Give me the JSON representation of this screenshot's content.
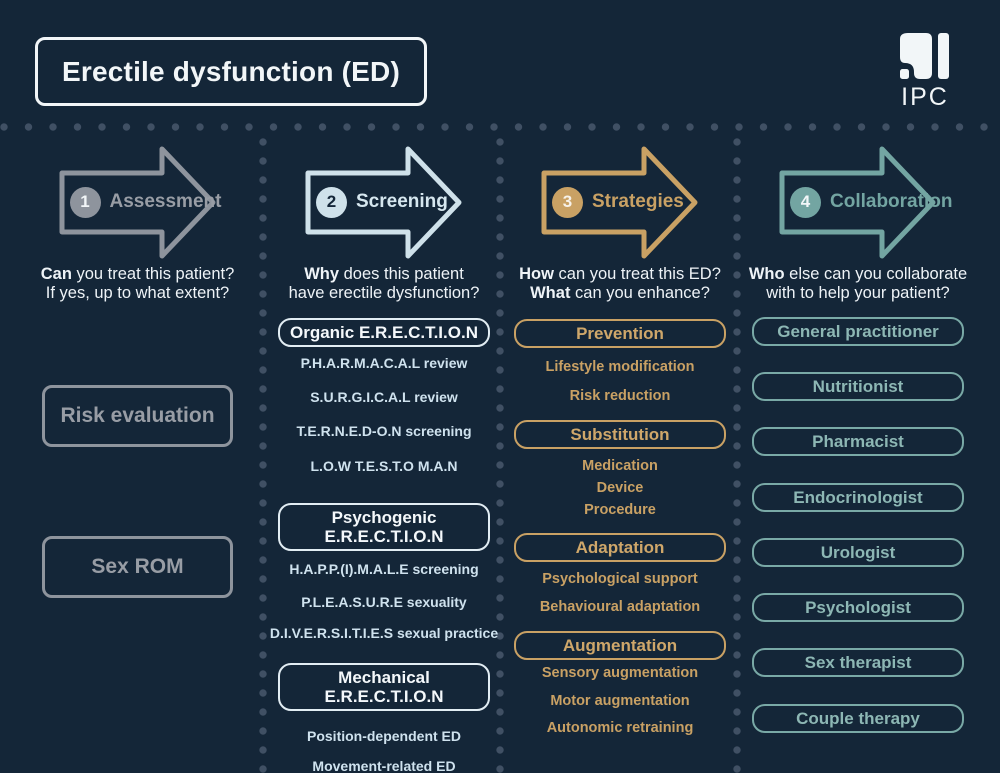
{
  "page": {
    "title": "Erectile dysfunction (ED)",
    "logo_text": "IPC",
    "colors": {
      "background": "#142638",
      "dots": "#405064",
      "white": "#f2f6f8",
      "assessment_gray": "#8e949d",
      "screening_blue": "#cfe1ea",
      "strategies_gold": "#c9a164",
      "collaboration_teal": "#73a5a2"
    }
  },
  "columns": [
    {
      "number": "1",
      "label": "Assessment",
      "question": {
        "line1": {
          "bold": "Can",
          "rest": " you treat this patient?"
        },
        "line2": {
          "bold": "",
          "rest": "If yes, up to what extent?"
        }
      },
      "boxes": [
        "Risk evaluation",
        "Sex ROM"
      ]
    },
    {
      "number": "2",
      "label": "Screening",
      "question": {
        "line1": {
          "bold": "Why",
          "rest": " does this patient"
        },
        "line2": {
          "bold": "",
          "rest": "have erectile dysfunction?"
        }
      },
      "groups": [
        {
          "title": "Organic E.R.E.C.T.I.O.N",
          "items": [
            "P.H.A.R.M.A.C.A.L review",
            "S.U.R.G.I.C.A.L review",
            "T.E.R.N.E.D-O.N screening",
            "L.O.W T.E.S.T.O M.A.N"
          ]
        },
        {
          "title": "Psychogenic E.R.E.C.T.I.O.N",
          "items": [
            "H.A.P.P.(I).M.A.L.E screening",
            "P.L.E.A.S.U.R.E sexuality",
            "D.I.V.E.R.S.I.T.I.E.S sexual practice"
          ]
        },
        {
          "title": "Mechanical E.R.E.C.T.I.O.N",
          "items": [
            "Position-dependent ED",
            "Movement-related ED"
          ]
        }
      ]
    },
    {
      "number": "3",
      "label": "Strategies",
      "question": {
        "line1": {
          "bold": "How",
          "rest": " can you treat this ED?"
        },
        "line2": {
          "bold": "What",
          "rest": " can you enhance?"
        }
      },
      "groups": [
        {
          "title": "Prevention",
          "items": [
            "Lifestyle modification",
            "Risk reduction"
          ]
        },
        {
          "title": "Substitution",
          "items": [
            "Medication",
            "Device",
            "Procedure"
          ]
        },
        {
          "title": "Adaptation",
          "items": [
            "Psychological support",
            "Behavioural adaptation"
          ]
        },
        {
          "title": "Augmentation",
          "items": [
            "Sensory augmentation",
            "Motor augmentation",
            "Autonomic retraining"
          ]
        }
      ]
    },
    {
      "number": "4",
      "label": "Collaboration",
      "question": {
        "line1": {
          "bold": "Who",
          "rest": " else can you collaborate"
        },
        "line2": {
          "bold": "",
          "rest": "with to help your patient?"
        }
      },
      "boxes": [
        "General practitioner",
        "Nutritionist",
        "Pharmacist",
        "Endocrinologist",
        "Urologist",
        "Psychologist",
        "Sex therapist",
        "Couple therapy"
      ]
    }
  ]
}
